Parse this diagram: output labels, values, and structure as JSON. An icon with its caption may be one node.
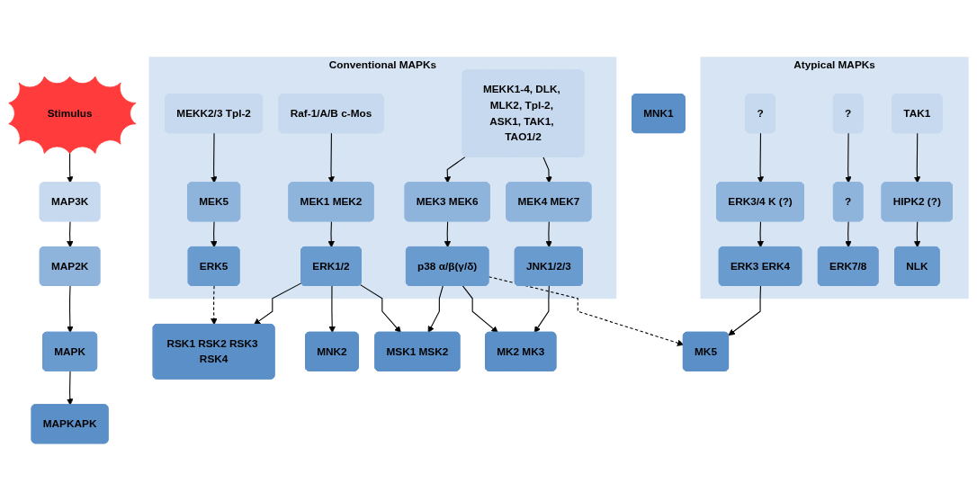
{
  "diagram": {
    "nodes": [
      {
        "text": [
          "Stimulus"
        ]
      },
      {
        "text": [
          "MAP3K"
        ]
      },
      {
        "text": [
          "MAP2K"
        ]
      },
      {
        "text": [
          "MAPK"
        ]
      },
      {
        "text": [
          "MAPKAPK"
        ]
      },
      {
        "text": [
          "Conventional MAPKs"
        ]
      },
      {
        "text": [
          "MEKK2/3 Tpl-2"
        ],
        "in": 5
      },
      {
        "text": [
          "Raf-1/A/B c-Mos"
        ],
        "in": 5
      },
      {
        "text": [
          "MEKK1-4, DLK, MLK2, Tpl-2, ASK1, TAK1, TAO1/2"
        ],
        "in": 5
      },
      {
        "text": [
          "MEK5"
        ],
        "in": 5
      },
      {
        "text": [
          "MEK1 MEK2"
        ],
        "in": 5
      },
      {
        "text": [
          "MEK3 MEK6"
        ],
        "in": 5
      },
      {
        "text": [
          "MEK4 MEK7"
        ],
        "in": 5
      },
      {
        "text": [
          "ERK5"
        ],
        "in": 5
      },
      {
        "text": [
          "ERK1/2"
        ],
        "in": 5
      },
      {
        "text": [
          "p38 α/β(γ/δ)"
        ],
        "in": 5
      },
      {
        "text": [
          "JNK1/2/3"
        ],
        "in": 5
      },
      {
        "text": [
          "Atypical MAPKs"
        ]
      },
      {
        "text": [
          "?"
        ],
        "in": 17
      },
      {
        "text": [
          "?"
        ],
        "in": 17
      },
      {
        "text": [
          "TAK1"
        ],
        "in": 17
      },
      {
        "text": [
          "ERK3/4 K (?)"
        ],
        "in": 17
      },
      {
        "text": [
          "?"
        ],
        "in": 17
      },
      {
        "text": [
          "HIPK2 (?)"
        ],
        "in": 17
      },
      {
        "text": [
          "ERK3 ERK4"
        ],
        "in": 17
      },
      {
        "text": [
          "ERK7/8"
        ],
        "in": 17
      },
      {
        "text": [
          "NLK"
        ],
        "in": 17
      },
      {
        "text": [
          "RSK1 RSK2 RSK3 RSK4"
        ]
      },
      {
        "text": [
          "MNK2"
        ]
      },
      {
        "text": [
          "MSK1 MSK2"
        ]
      },
      {
        "text": [
          "MNK1"
        ]
      },
      {
        "text": [
          "MK2 MK3"
        ]
      },
      {
        "text": [
          "MK5"
        ]
      }
    ],
    "edges": [
      {
        "from": 0,
        "to": 1,
        "arrow": "to"
      },
      {
        "from": 1,
        "to": 2,
        "arrow": "to"
      },
      {
        "from": 2,
        "to": 3,
        "arrow": "to"
      },
      {
        "from": 3,
        "to": 4,
        "arrow": "to"
      },
      {
        "from": 6,
        "to": 9,
        "arrow": "to"
      },
      {
        "from": 7,
        "to": 10,
        "arrow": "to"
      },
      {
        "from": 8,
        "to": 11,
        "arrow": "to"
      },
      {
        "from": 8,
        "to": 12,
        "arrow": "to"
      },
      {
        "from": 9,
        "to": 13,
        "arrow": "to"
      },
      {
        "from": 10,
        "to": 14,
        "arrow": "to"
      },
      {
        "from": 11,
        "to": 15,
        "arrow": "to"
      },
      {
        "from": 12,
        "to": 16,
        "arrow": "to"
      },
      {
        "from": 18,
        "to": 21,
        "arrow": "to"
      },
      {
        "from": 19,
        "to": 22,
        "arrow": "to"
      },
      {
        "from": 20,
        "to": 23,
        "arrow": "to"
      },
      {
        "from": 21,
        "to": 24,
        "arrow": "to"
      },
      {
        "from": 22,
        "to": 25,
        "arrow": "to"
      },
      {
        "from": 23,
        "to": 26,
        "arrow": "to"
      },
      {
        "from": 13,
        "to": 27,
        "arrow": "to",
        "style": "dashed"
      },
      {
        "from": 14,
        "to": 27,
        "arrow": "to"
      },
      {
        "from": 14,
        "to": 28,
        "arrow": "to"
      },
      {
        "from": 14,
        "to": 29,
        "arrow": "to"
      },
      {
        "from": 15,
        "to": 29,
        "arrow": "to"
      },
      {
        "from": 15,
        "to": 31,
        "arrow": "to"
      },
      {
        "from": 15,
        "to": 32,
        "arrow": "to",
        "style": "dashed"
      },
      {
        "from": 16,
        "to": 31,
        "arrow": "to"
      },
      {
        "from": 24,
        "to": 32,
        "arrow": "to"
      }
    ]
  }
}
